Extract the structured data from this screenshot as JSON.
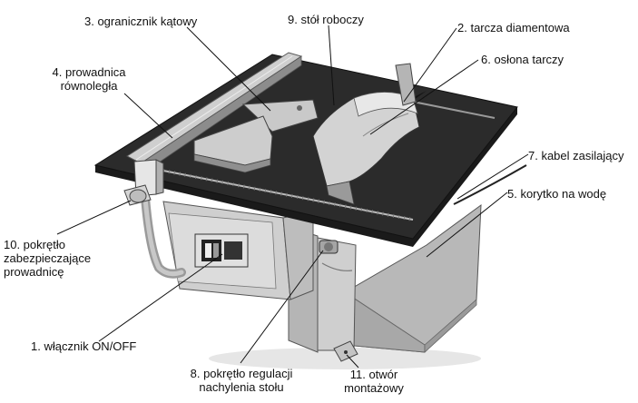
{
  "labels": [
    {
      "id": "ogranicznik",
      "text": "3. ogranicznik kątowy"
    },
    {
      "id": "stol",
      "text": "9. stół roboczy"
    },
    {
      "id": "tarcza",
      "text": "2. tarcza diamentowa"
    },
    {
      "id": "oslona",
      "text": "6. osłona tarczy"
    },
    {
      "id": "prowadnica_line1",
      "text": "4. prowadnica"
    },
    {
      "id": "prowadnica_line2",
      "text": "równoległa"
    },
    {
      "id": "kabel",
      "text": "7. kabel zasilający"
    },
    {
      "id": "korytko",
      "text": "5. korytko na wodę"
    },
    {
      "id": "pokretlo_line1",
      "text": "10. pokrętło"
    },
    {
      "id": "pokretlo_line2",
      "text": "zabezpieczające"
    },
    {
      "id": "pokretlo_line3",
      "text": "prowadnicę"
    },
    {
      "id": "wlacznik",
      "text": "1. włącznik ON/OFF"
    },
    {
      "id": "regulacja_line1",
      "text": "8. pokrętło regulacji"
    },
    {
      "id": "regulacja_line2",
      "text": "nachylenia stołu"
    },
    {
      "id": "otwor_line1",
      "text": "11. otwór"
    },
    {
      "id": "otwor_line2",
      "text": "montażowy"
    }
  ],
  "colors": {
    "table_top": "#2b2b2b",
    "body": "#c9c9c9",
    "tray": "#b8b8b8",
    "leader": "#111111"
  }
}
